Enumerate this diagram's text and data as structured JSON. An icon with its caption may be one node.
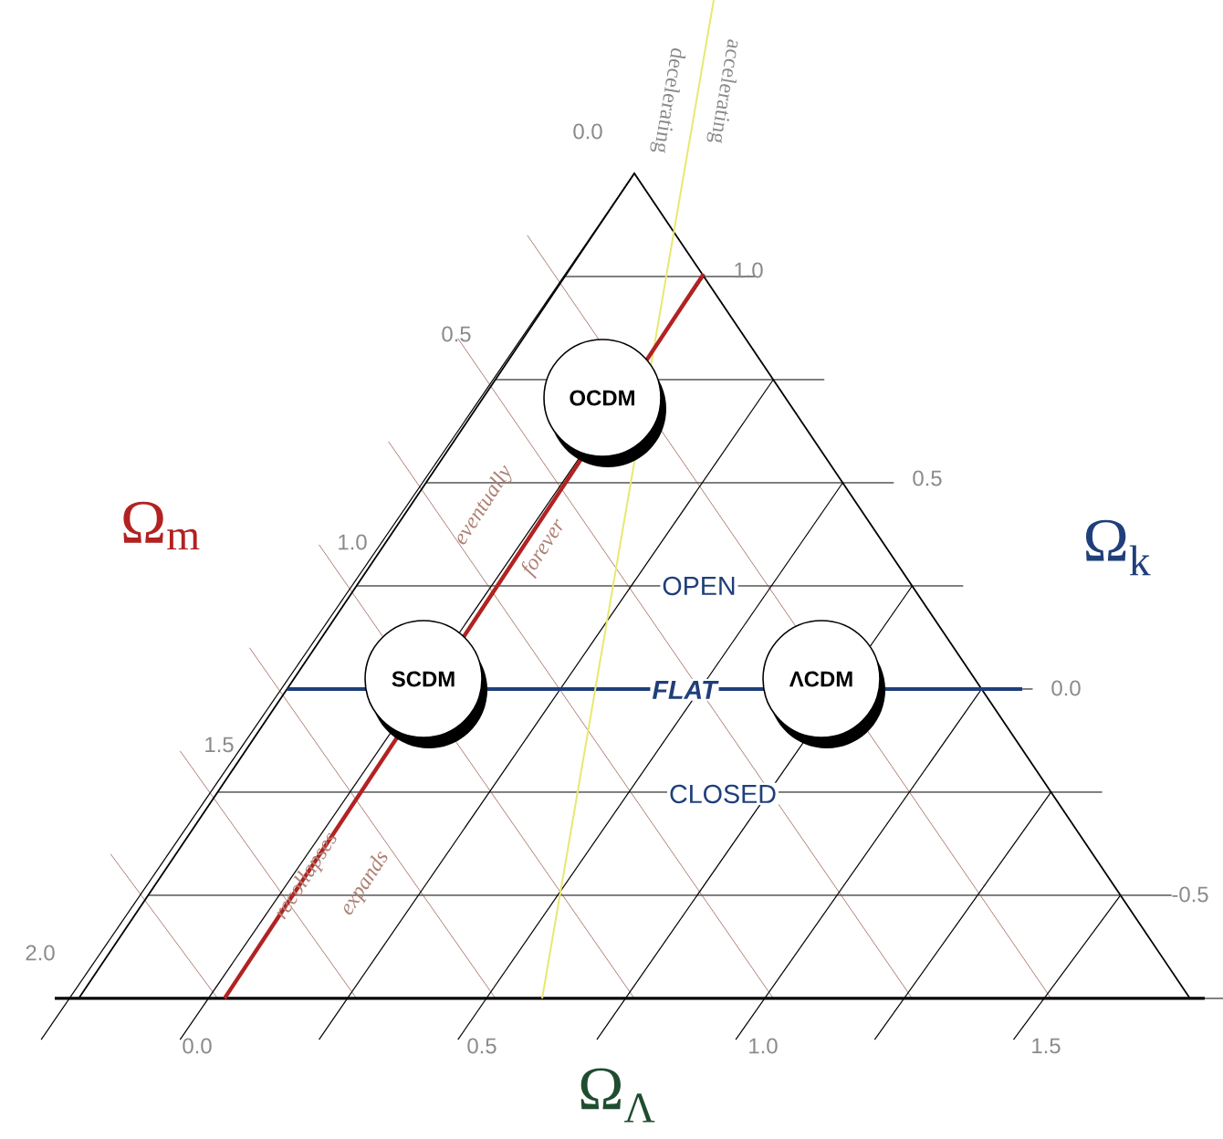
{
  "diagram": {
    "nodes": [
      {
        "text": [
          "OCDM"
        ]
      },
      {
        "text": [
          "SCDM"
        ]
      },
      {
        "text": [
          "ΛCDM"
        ]
      }
    ],
    "labels": [
      "decelerating",
      "accelerating",
      "0.0",
      "1.0",
      "0.5",
      "Ω$_{m}$",
      "0.5",
      "Ω$_{k}$",
      "1.0",
      "eventually",
      "forever",
      "OPEN",
      "FLAT",
      "0.0",
      "1.5",
      "recollapses",
      "expands",
      "CLOSED",
      "-0.5",
      "2.0",
      "0.0",
      "0.5",
      "1.0",
      "1.5",
      "Ω$_{Λ}$"
    ]
  }
}
